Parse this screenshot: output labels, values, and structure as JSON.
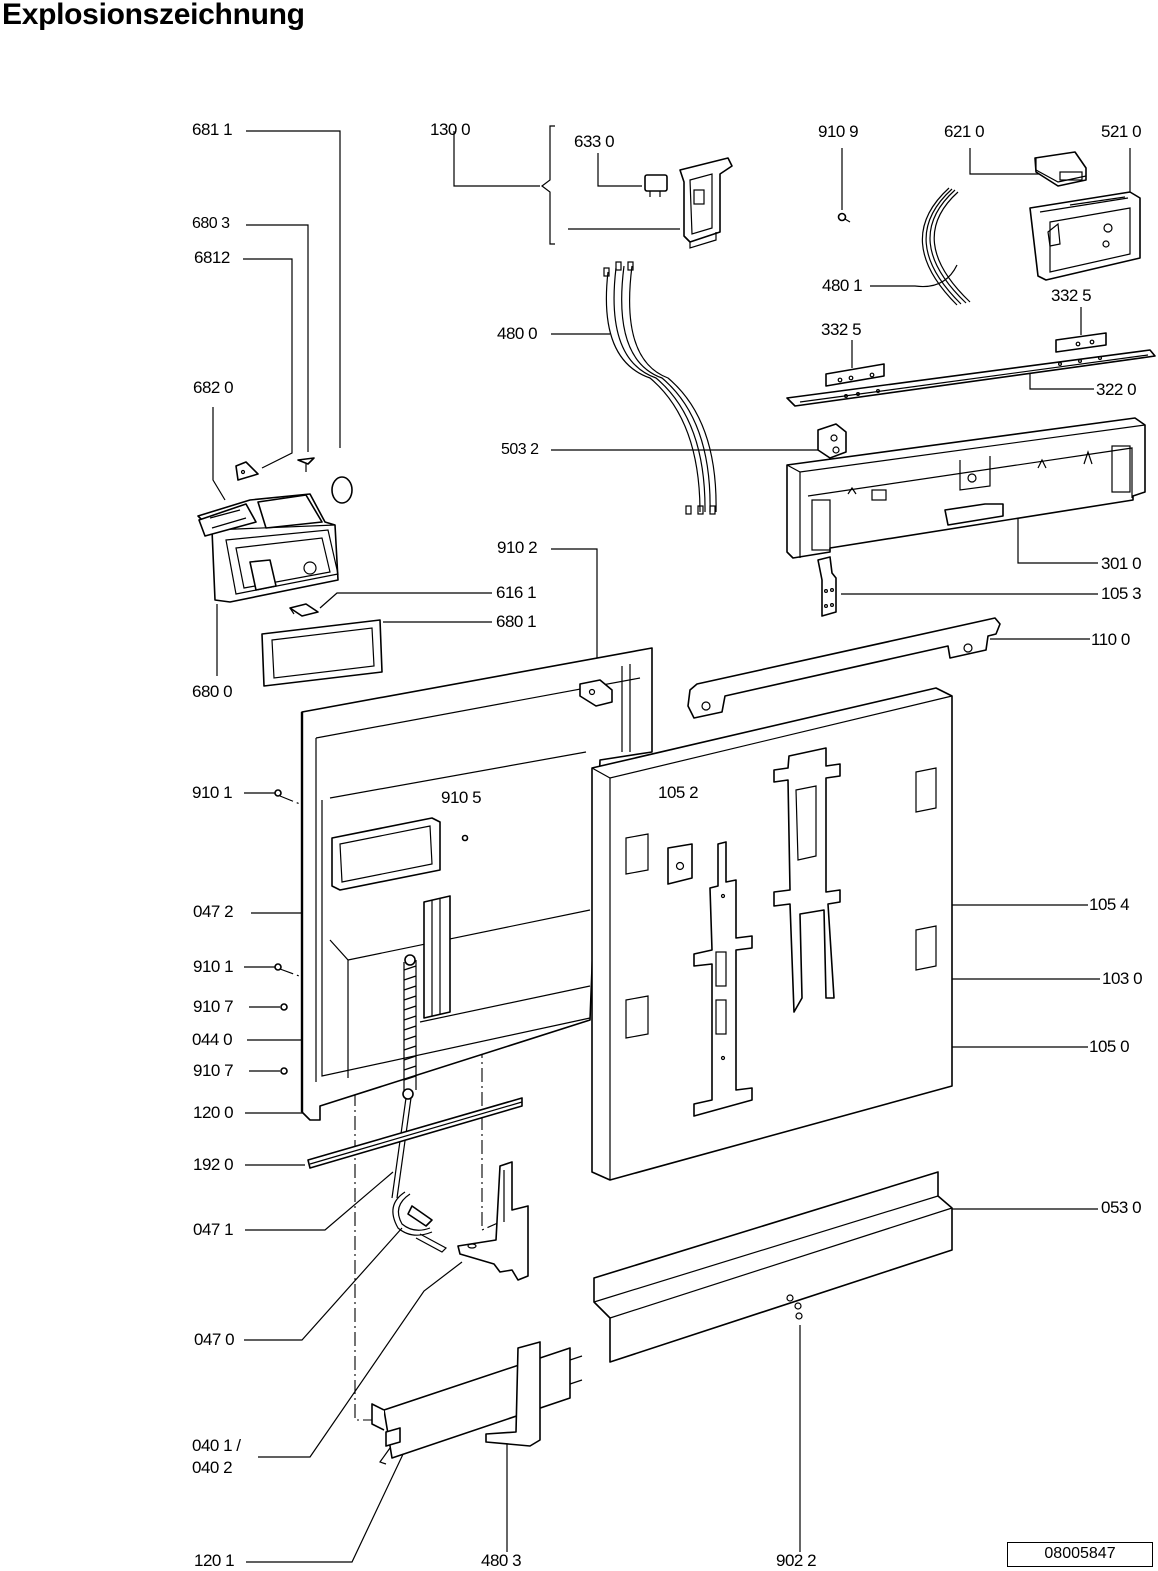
{
  "title": "Explosionszeichnung",
  "document_number": "08005847",
  "callouts": {
    "c6811": "681 1",
    "c1300": "130 0",
    "c6330": "633 0",
    "c9109": "910 9",
    "c6210": "621 0",
    "c5210": "521 0",
    "c6803": "680 3",
    "c6812": "6812",
    "c4801": "480 1",
    "c3325a": "332 5",
    "c3325b": "332 5",
    "c4800": "480 0",
    "c3220": "322  0",
    "c6820": "682 0",
    "c5032": "503 2",
    "c9102": "910 2",
    "c3010": "301 0",
    "c6161": "616 1",
    "c1053": "105 3",
    "c6801": "680 1",
    "c1100": "110 0",
    "c6800": "680 0",
    "c9101a": "910 1",
    "c9105": "910 5",
    "c1052": "105 2",
    "c0472": "047 2",
    "c1054": "105 4",
    "c9101b": "910 1",
    "c1030": "103 0",
    "c9107a": "910 7",
    "c0440": "044 0",
    "c1050": "105 0",
    "c9107b": "910 7",
    "c1200": "120 0",
    "c1920": "192 0",
    "c0471": "047 1",
    "c0530": "053 0",
    "c0470": "047 0",
    "c0401": "040 1 /",
    "c0402": "040 2",
    "c1201": "120 1",
    "c4803": "480 3",
    "c9022": "902 2"
  }
}
